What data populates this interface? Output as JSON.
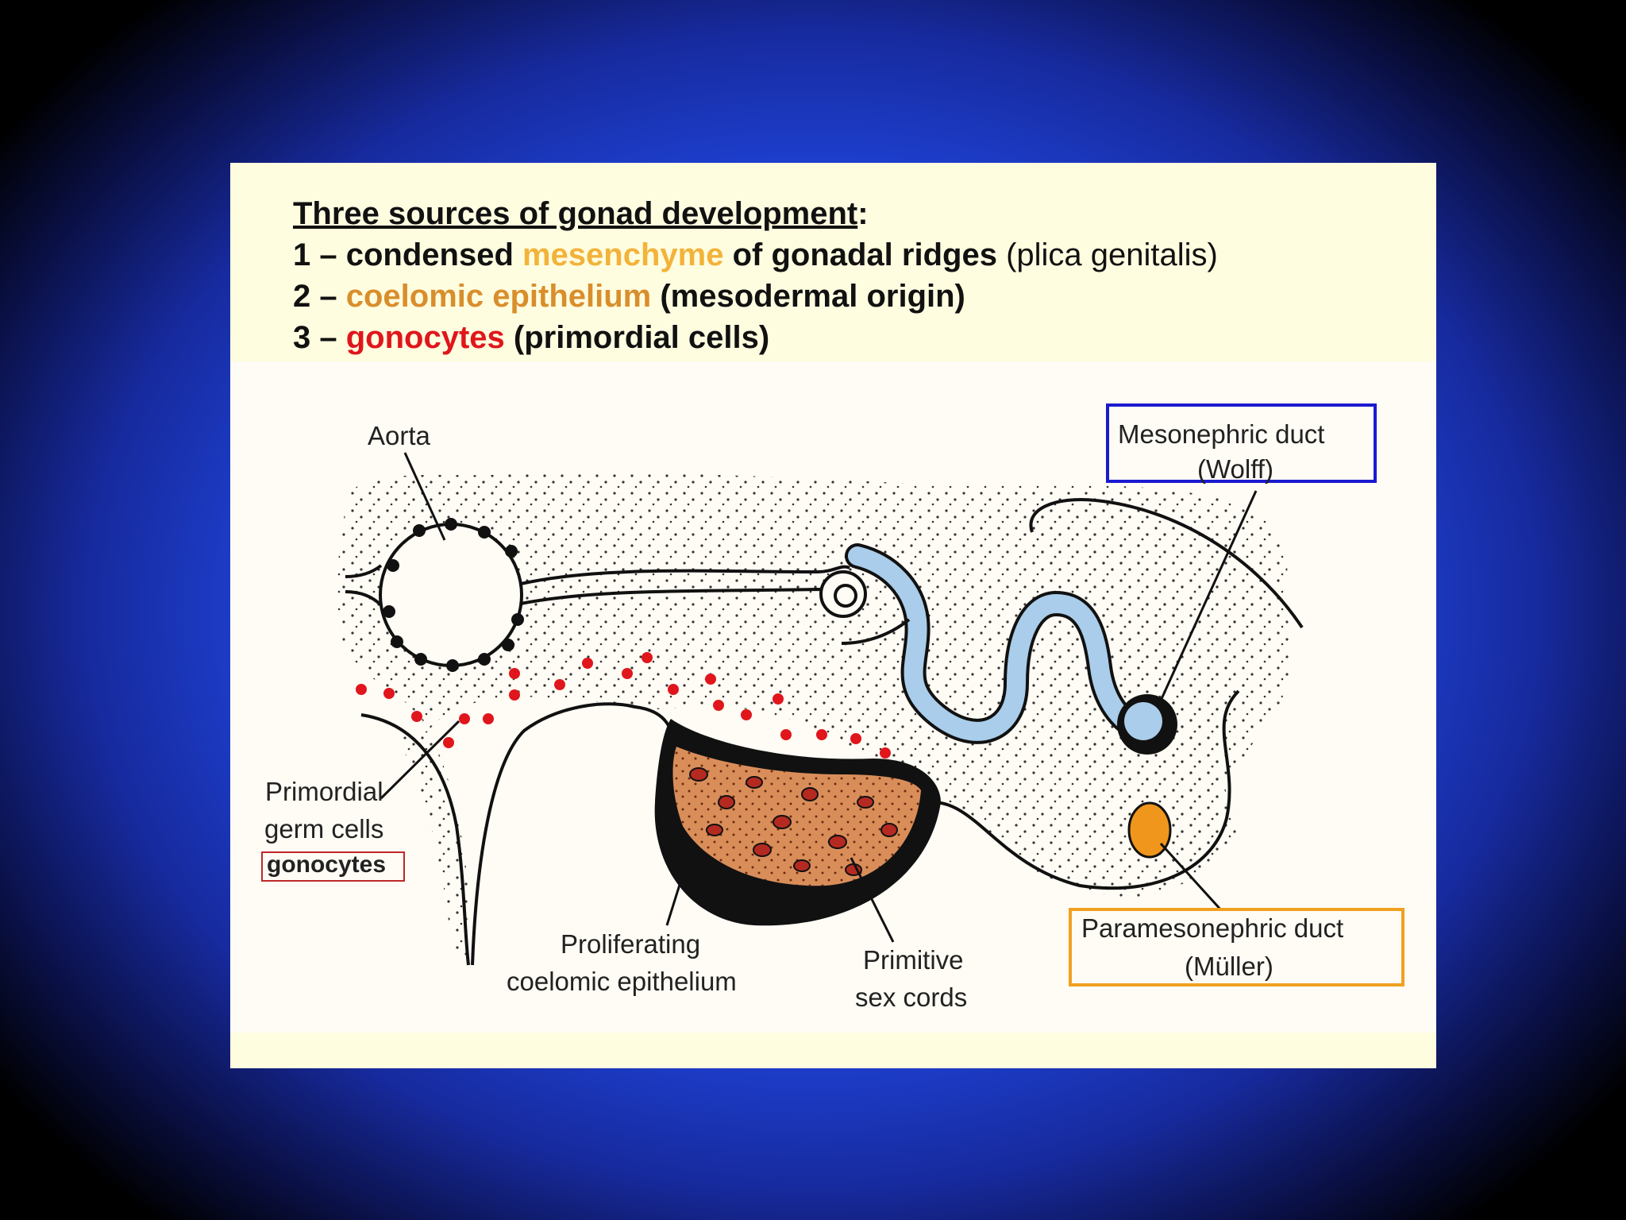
{
  "heading": {
    "title": "Three sources of gonad development",
    "title_colon": ":",
    "lines": [
      {
        "num": "1 – ",
        "pre": "condensed ",
        "term": "mesenchyme",
        "mid": " of gonadal ridges",
        "post": " (plica genitalis)"
      },
      {
        "num": "2 – ",
        "term": "coelomic epithelium",
        "post": " (mesodermal origin)"
      },
      {
        "num": "3 – ",
        "term": "gonocytes",
        "post": " (primordial cells)"
      }
    ]
  },
  "labels": {
    "aorta": "Aorta",
    "mesonephric_1": "Mesonephric duct",
    "mesonephric_2": "(Wolff)",
    "primordial_1": "Primordial",
    "primordial_2": "germ cells",
    "gonocytes_box": "gonocytes",
    "proliferating_1": "Proliferating",
    "proliferating_2": "coelomic epithelium",
    "primitive_1": "Primitive",
    "primitive_2": "sex cords",
    "paramesonephric_1": "Paramesonephric duct",
    "paramesonephric_2": "(Müller)"
  },
  "colors": {
    "mesenchyme": "#f2b33a",
    "coelomic": "#d98e2c",
    "gonocytes": "#e0161c",
    "wolff_box": "#1a1ad0",
    "muller_box": "#f0a020",
    "duct_fill": "#a9cdea",
    "muller_fill": "#f0961c"
  }
}
